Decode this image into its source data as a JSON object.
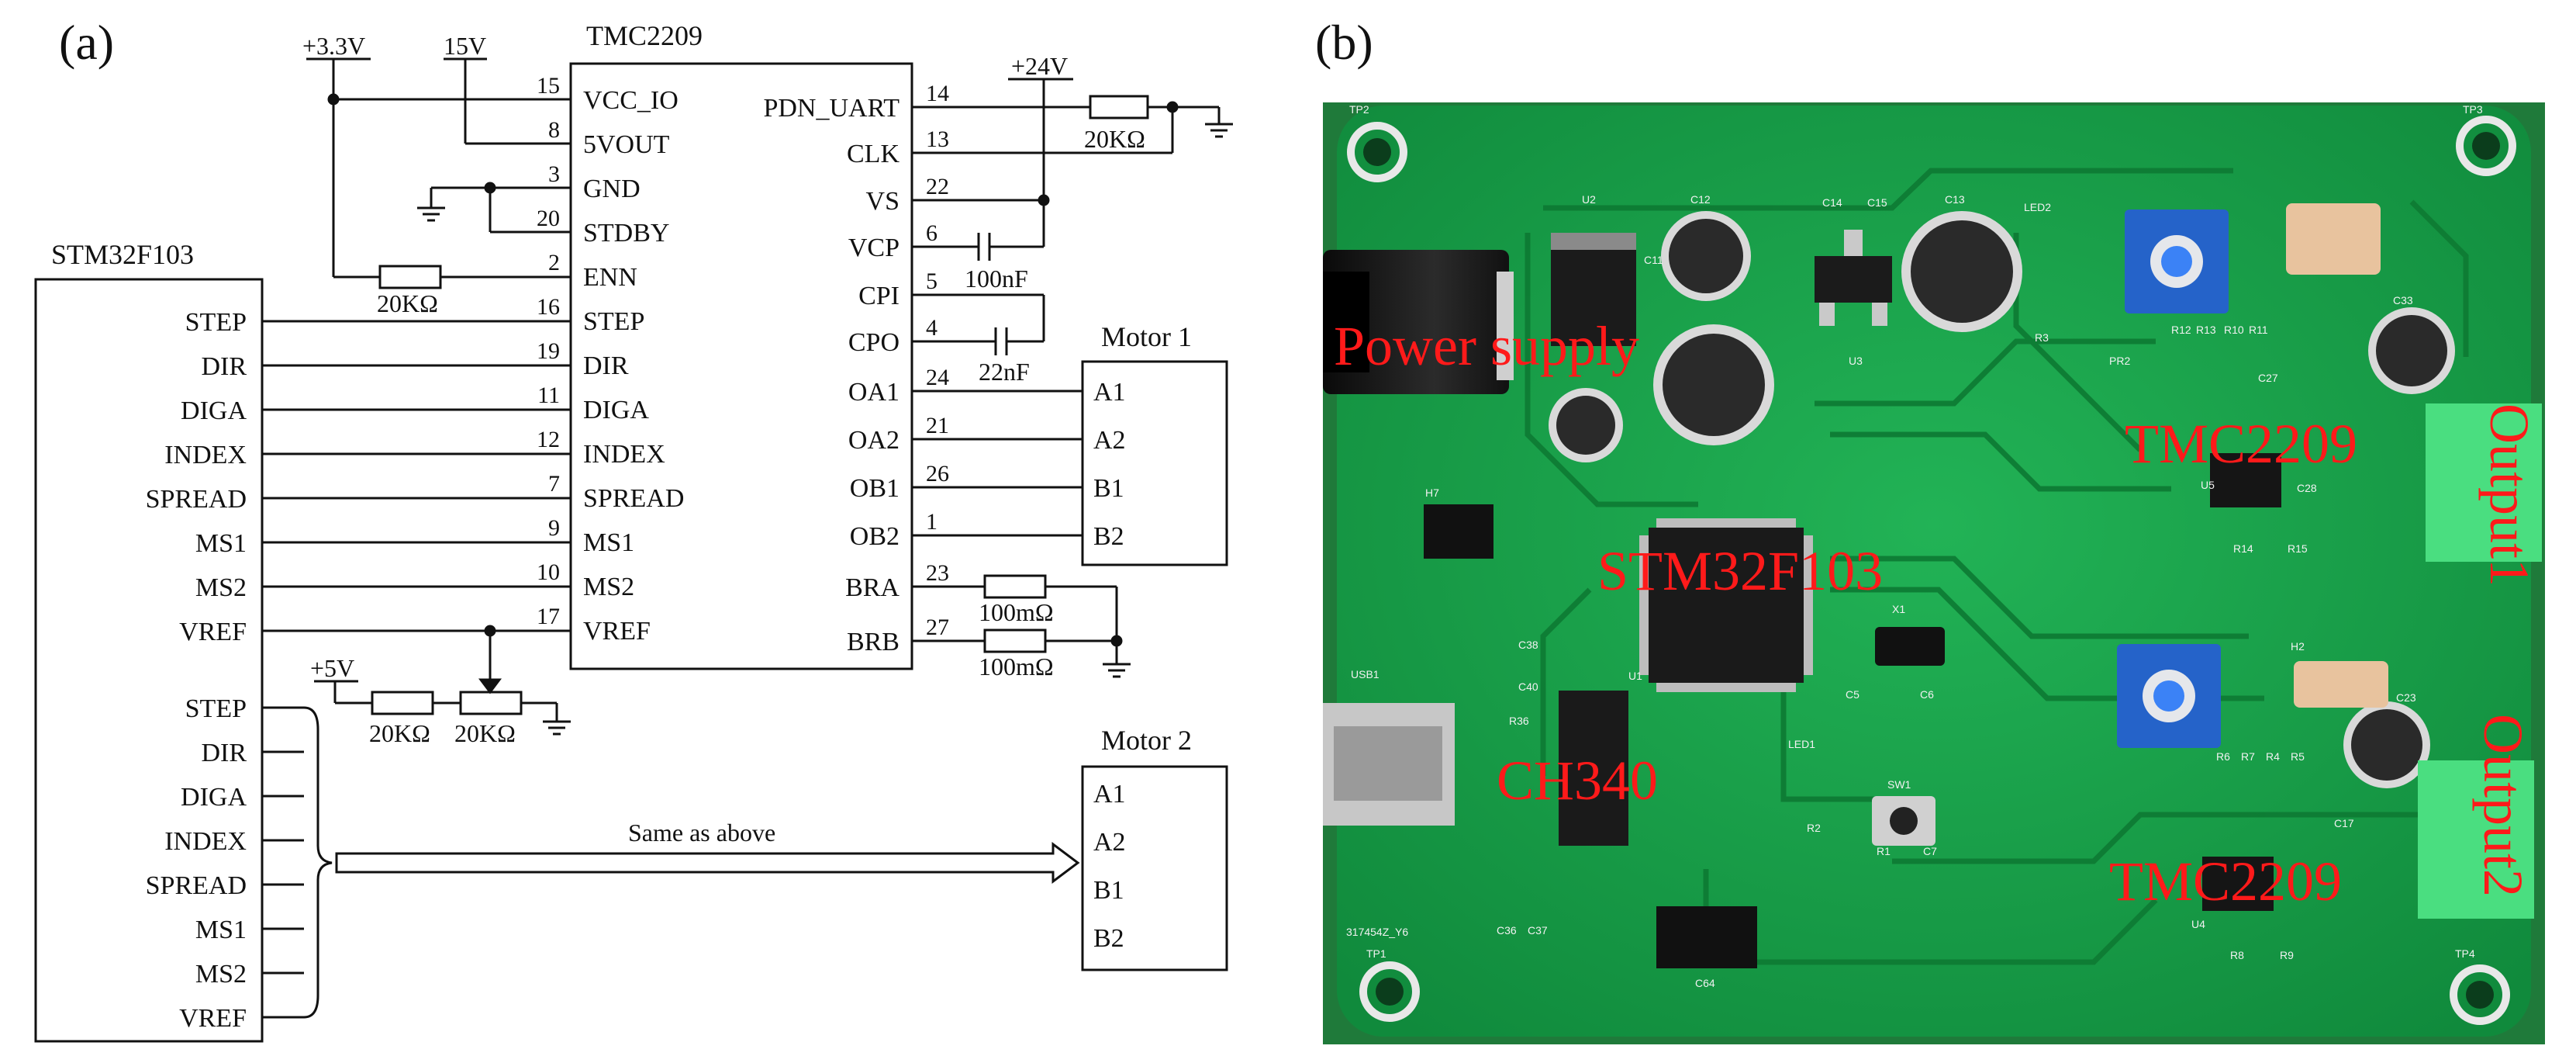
{
  "panels": {
    "a": {
      "label": "(a)",
      "mcu": {
        "title": "STM32F103",
        "pins_top": [
          "STEP",
          "DIR",
          "DIGA",
          "INDEX",
          "SPREAD",
          "MS1",
          "MS2",
          "VREF"
        ],
        "pins_bottom": [
          "STEP",
          "DIR",
          "DIGA",
          "INDEX",
          "SPREAD",
          "MS1",
          "MS2",
          "VREF"
        ]
      },
      "driver": {
        "title": "TMC2209",
        "left_pins": [
          {
            "num": "15",
            "name": "VCC_IO"
          },
          {
            "num": "8",
            "name": "5VOUT"
          },
          {
            "num": "3",
            "name": "GND"
          },
          {
            "num": "20",
            "name": "STDBY"
          },
          {
            "num": "2",
            "name": "ENN"
          },
          {
            "num": "16",
            "name": "STEP"
          },
          {
            "num": "19",
            "name": "DIR"
          },
          {
            "num": "11",
            "name": "DIGA"
          },
          {
            "num": "12",
            "name": "INDEX"
          },
          {
            "num": "7",
            "name": "SPREAD"
          },
          {
            "num": "9",
            "name": "MS1"
          },
          {
            "num": "10",
            "name": "MS2"
          },
          {
            "num": "17",
            "name": "VREF"
          }
        ],
        "right_pins": [
          {
            "num": "14",
            "name": "PDN_UART"
          },
          {
            "num": "13",
            "name": "CLK"
          },
          {
            "num": "22",
            "name": "VS"
          },
          {
            "num": "6",
            "name": "VCP"
          },
          {
            "num": "5",
            "name": "CPI"
          },
          {
            "num": "4",
            "name": "CPO"
          },
          {
            "num": "24",
            "name": "OA1"
          },
          {
            "num": "21",
            "name": "OA2"
          },
          {
            "num": "26",
            "name": "OB1"
          },
          {
            "num": "1",
            "name": "OB2"
          },
          {
            "num": "23",
            "name": "BRA"
          },
          {
            "num": "27",
            "name": "BRB"
          }
        ]
      },
      "rails": {
        "v33": "+3.3V",
        "v15": "15V",
        "v24": "+24V",
        "v5": "+5V"
      },
      "components": {
        "r_enn": "20KΩ",
        "r_pdn": "20KΩ",
        "c_vcp": "100nF",
        "c_cp": "22nF",
        "r_bra": "100mΩ",
        "r_brb": "100mΩ",
        "r_vref": "20KΩ",
        "pot_vref": "20KΩ"
      },
      "motor1": {
        "title": "Motor 1",
        "pins": [
          "A1",
          "A2",
          "B1",
          "B2"
        ]
      },
      "motor2": {
        "title": "Motor 2",
        "pins": [
          "A1",
          "A2",
          "B1",
          "B2"
        ]
      },
      "arrow_label": "Same as above"
    },
    "b": {
      "label": "(b)",
      "annotations": {
        "power": "Power supply",
        "mcu": "STM32F103",
        "usb": "CH340",
        "driver1": "TMC2209",
        "driver2": "TMC2209",
        "out1": "Output1",
        "out2": "Output2"
      },
      "silkscreen": [
        "U2",
        "U3",
        "C12",
        "C13",
        "C14",
        "C15",
        "LED2",
        "R3",
        "C11",
        "PR2",
        "R12",
        "R13",
        "R10",
        "R11",
        "C27",
        "C33",
        "U5",
        "C28",
        "R14",
        "R15",
        "H7",
        "U1",
        "X1",
        "C5",
        "C6",
        "USB1",
        "C38",
        "C40",
        "R36",
        "LED1",
        "SW1",
        "R1",
        "C7",
        "R2",
        "H2",
        "C23",
        "R6",
        "R7",
        "R4",
        "R5",
        "U4",
        "R8",
        "R9",
        "C17",
        "C36",
        "C37",
        "C64",
        "317454Z_Y6",
        "TP1",
        "TP2",
        "TP3",
        "TP4"
      ],
      "colors": {
        "pcb": "#16a34a",
        "label": "#ff1a1a",
        "pot": "#2563c9",
        "connector": "#4ade80"
      }
    }
  }
}
